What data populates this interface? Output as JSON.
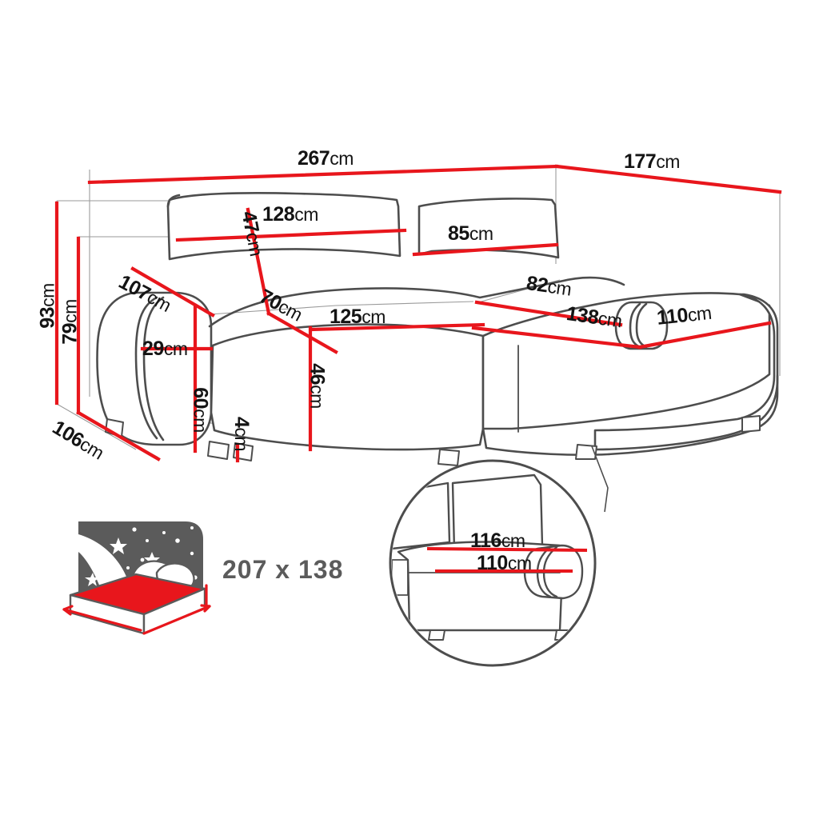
{
  "diagram": {
    "type": "furniture-dimension-drawing",
    "subject": "corner sofa bed with chaise",
    "unit": "cm",
    "colors": {
      "dimension_line": "#e8161c",
      "outline": "#4d4d4d",
      "construction_line": "#9a9a9a",
      "label_text": "#141414",
      "bed_label_text": "#5b5b5b",
      "mattress": "#e8161c",
      "night_panel": "#5b5b5b",
      "background": "#ffffff"
    }
  },
  "measurements": {
    "overall_width": {
      "num": "267",
      "unit": "cm"
    },
    "overall_depth": {
      "num": "177",
      "unit": "cm"
    },
    "backrest_width": {
      "num": "128",
      "unit": "cm"
    },
    "backrest_height": {
      "num": "47",
      "unit": "cm"
    },
    "corner_cushion": {
      "num": "85",
      "unit": "cm"
    },
    "arm_depth": {
      "num": "107",
      "unit": "cm"
    },
    "seat_diagonal": {
      "num": "70",
      "unit": "cm"
    },
    "seat_width": {
      "num": "125",
      "unit": "cm"
    },
    "total_height": {
      "num": "93",
      "unit": "cm"
    },
    "seat_back_height": {
      "num": "79",
      "unit": "cm"
    },
    "side_depth": {
      "num": "106",
      "unit": "cm"
    },
    "arm_width": {
      "num": "29",
      "unit": "cm"
    },
    "arm_height": {
      "num": "60",
      "unit": "cm"
    },
    "seat_height": {
      "num": "46",
      "unit": "cm"
    },
    "foot_height": {
      "num": "4",
      "unit": "cm"
    },
    "chaise_cushion": {
      "num": "82",
      "unit": "cm"
    },
    "chaise_length": {
      "num": "138",
      "unit": "cm"
    },
    "chaise_width": {
      "num": "110",
      "unit": "cm"
    },
    "detail_outer_width": {
      "num": "116",
      "unit": "cm"
    },
    "detail_inner_width": {
      "num": "110",
      "unit": "cm"
    }
  },
  "sleeping_area": {
    "icon": "bed-with-starry-night-icon",
    "label": "207 x 138"
  },
  "detail_callout": {
    "name": "magnified-armrest-detail",
    "shape": "circle"
  }
}
